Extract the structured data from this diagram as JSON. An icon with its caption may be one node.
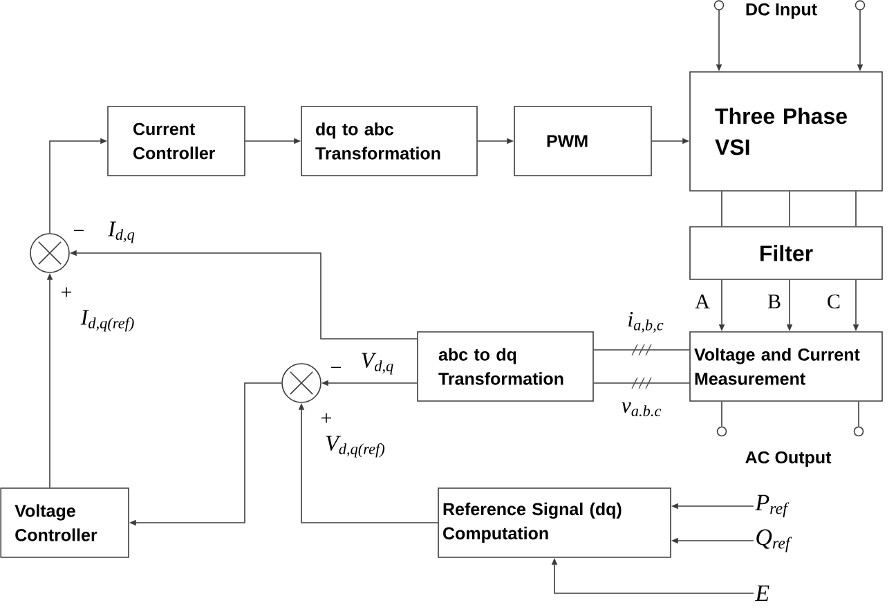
{
  "diagram": {
    "nodes": [
      {
        "text": [
          "Current Controller"
        ]
      },
      {
        "text": [
          "dq to abc Transformation"
        ]
      },
      {
        "text": [
          "PWM"
        ]
      },
      {
        "text": [
          "Three Phase VSI"
        ]
      },
      {
        "text": [
          "Filter"
        ]
      },
      {
        "text": [
          "Voltage and Current Measurement"
        ]
      },
      {
        "text": [
          "abc to dq Transformation"
        ]
      },
      {
        "text": [],
        "shape": "circle"
      },
      {
        "text": [],
        "shape": "circle"
      },
      {
        "text": [
          "Voltage Controller"
        ]
      },
      {
        "text": [
          "Reference Signal (dq) Computation"
        ]
      },
      {
        "text": [
          "P$_{ref}$"
        ]
      },
      {
        "text": [
          "Q$_{ref}$"
        ]
      },
      {
        "text": [
          "E"
        ]
      },
      {
        "text": [],
        "shape": "circle"
      },
      {
        "text": [],
        "shape": "circle"
      },
      {
        "text": [],
        "shape": "circle"
      },
      {
        "text": [],
        "shape": "circle"
      }
    ],
    "edges": [
      {
        "from": 14,
        "to": 3,
        "arrow": "to"
      },
      {
        "from": 15,
        "to": 3,
        "arrow": "to"
      },
      {
        "from": 7,
        "to": 0,
        "arrow": "to"
      },
      {
        "from": 0,
        "to": 1,
        "arrow": "to"
      },
      {
        "from": 1,
        "to": 2,
        "arrow": "to"
      },
      {
        "from": 2,
        "to": 3,
        "arrow": "to"
      },
      {
        "from": 3,
        "to": 4,
        "arrow": "none"
      },
      {
        "from": 3,
        "to": 4,
        "arrow": "none"
      },
      {
        "from": 3,
        "to": 4,
        "arrow": "none"
      },
      {
        "from": 4,
        "to": 5,
        "arrow": "to",
        "label": "A"
      },
      {
        "from": 4,
        "to": 5,
        "arrow": "to",
        "label": "B"
      },
      {
        "from": 4,
        "to": 5,
        "arrow": "to",
        "label": "C"
      },
      {
        "from": 5,
        "to": 6,
        "arrow": "none",
        "label": "i$_{a,b,c}$"
      },
      {
        "from": 5,
        "to": 6,
        "arrow": "none",
        "label": "v$_{a.b.c}$"
      },
      {
        "from": 6,
        "to": 7,
        "arrow": "to",
        "label": "I$_{d,q}$"
      },
      {
        "from": 9,
        "to": 7,
        "arrow": "to",
        "label": "I$_{d,q(ref)}$"
      },
      {
        "from": 6,
        "to": 8,
        "arrow": "to",
        "label": "V$_{d,q}$"
      },
      {
        "from": 10,
        "to": 8,
        "arrow": "to",
        "label": "V$_{d,q(ref)}$"
      },
      {
        "from": 8,
        "to": 9,
        "arrow": "to"
      },
      {
        "from": 11,
        "to": 10,
        "arrow": "to"
      },
      {
        "from": 12,
        "to": 10,
        "arrow": "to"
      },
      {
        "from": 13,
        "to": 10,
        "arrow": "to"
      },
      {
        "from": 5,
        "to": 16,
        "arrow": "none"
      },
      {
        "from": 5,
        "to": 17,
        "arrow": "none"
      }
    ],
    "labels": [
      "DC Input",
      "−",
      "+",
      "−",
      "+",
      "AC Output"
    ]
  }
}
